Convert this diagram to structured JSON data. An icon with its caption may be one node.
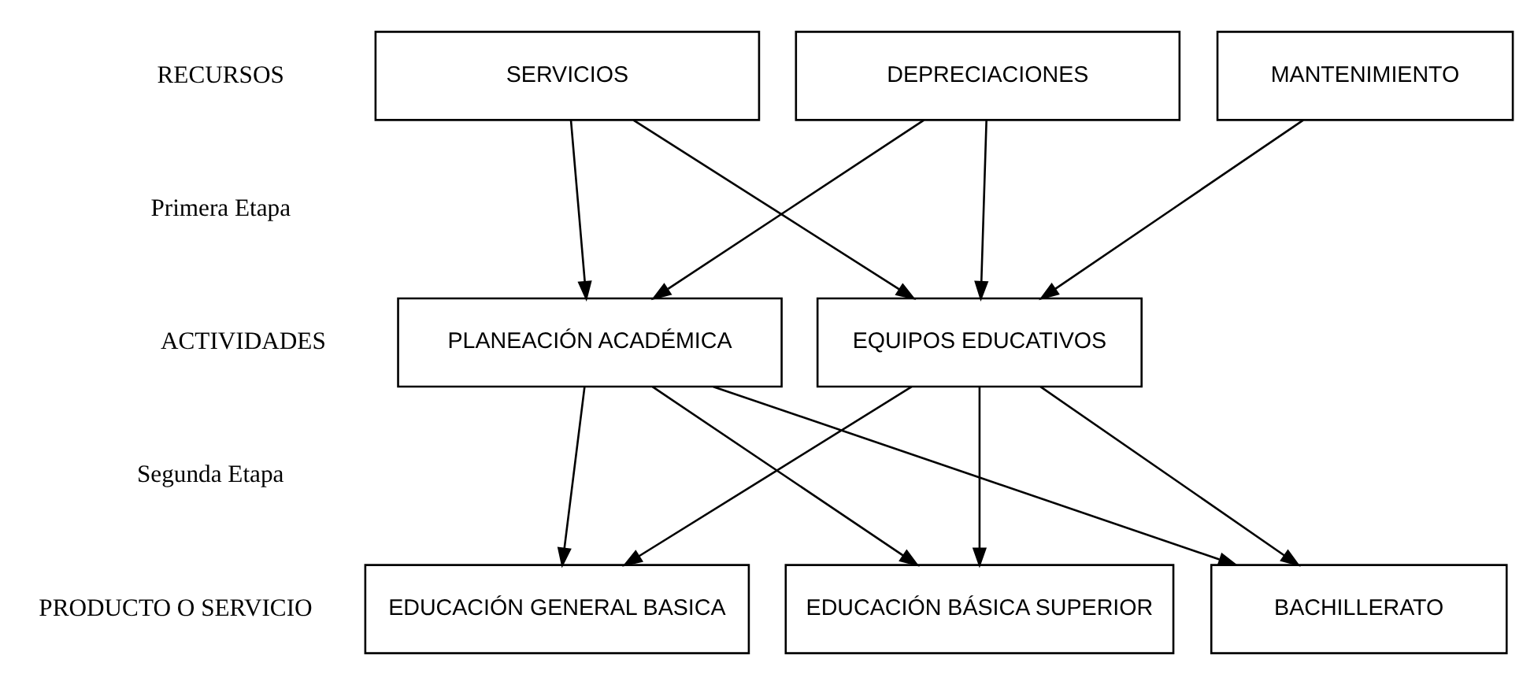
{
  "diagram": {
    "nodes": [
      {
        "text": [
          "SERVICIOS"
        ]
      },
      {
        "text": [
          "DEPRECIACIONES"
        ]
      },
      {
        "text": [
          "MANTENIMIENTO"
        ]
      },
      {
        "text": [
          "PLANEACIÓN ACADÉMICA"
        ]
      },
      {
        "text": [
          "EQUIPOS EDUCATIVOS"
        ]
      },
      {
        "text": [
          "EDUCACIÓN GENERAL BASICA"
        ]
      },
      {
        "text": [
          "EDUCACIÓN BÁSICA SUPERIOR"
        ]
      },
      {
        "text": [
          "BACHILLERATO"
        ]
      }
    ],
    "edges": [
      {
        "from": 0,
        "to": 3,
        "arrow": "to"
      },
      {
        "from": 0,
        "to": 4,
        "arrow": "to"
      },
      {
        "from": 1,
        "to": 3,
        "arrow": "to"
      },
      {
        "from": 1,
        "to": 4,
        "arrow": "to"
      },
      {
        "from": 2,
        "to": 4,
        "arrow": "to"
      },
      {
        "from": 3,
        "to": 5,
        "arrow": "to"
      },
      {
        "from": 3,
        "to": 6,
        "arrow": "to"
      },
      {
        "from": 3,
        "to": 7,
        "arrow": "to"
      },
      {
        "from": 4,
        "to": 5,
        "arrow": "to"
      },
      {
        "from": 4,
        "to": 6,
        "arrow": "to"
      },
      {
        "from": 4,
        "to": 7,
        "arrow": "to"
      }
    ],
    "labels": [
      "RECURSOS",
      "Primera Etapa",
      "ACTIVIDADES",
      "Segunda Etapa",
      "PRODUCTO O SERVICIO"
    ]
  }
}
